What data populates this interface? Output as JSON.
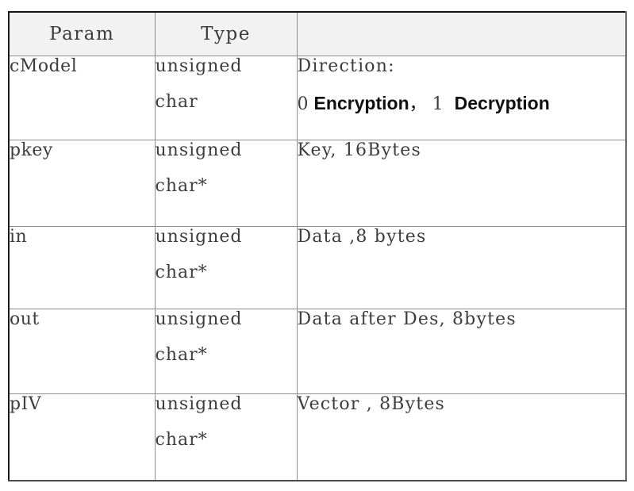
{
  "table": {
    "columns": [
      "Param",
      "Type",
      ""
    ],
    "rows": [
      {
        "param": "cModel",
        "type_line1": "unsigned",
        "type_line2": "char",
        "desc_line1": "Direction:",
        "desc_line2_digit1": "0",
        "desc_line2_word1": "Encryption",
        "desc_line2_comma": "，",
        "desc_line2_digit2": "1",
        "desc_line2_word2": "Decryption"
      },
      {
        "param": "pkey",
        "type_line1": "unsigned",
        "type_line2": "char*",
        "desc_line1": "Key, 16Bytes",
        "desc_line2": ""
      },
      {
        "param": "in",
        "type_line1": "unsigned",
        "type_line2": "char*",
        "desc_line1": "Data ,8 bytes",
        "desc_line2": ""
      },
      {
        "param": "out",
        "type_line1": "unsigned",
        "type_line2": "char*",
        "desc_line1": "Data after Des, 8bytes",
        "desc_line2": ""
      },
      {
        "param": "pIV",
        "type_line1": "unsigned",
        "type_line2": "char*",
        "desc_line1": "Vector , 8Bytes",
        "desc_line2": ""
      }
    ]
  },
  "colors": {
    "header_background": "#f2f2f2",
    "outer_border": "#1a1a1a",
    "inner_border": "#8d8d8d",
    "text": "#3d3d3d",
    "emphasis_text": "#0f0f0f",
    "page_background": "#ffffff"
  }
}
